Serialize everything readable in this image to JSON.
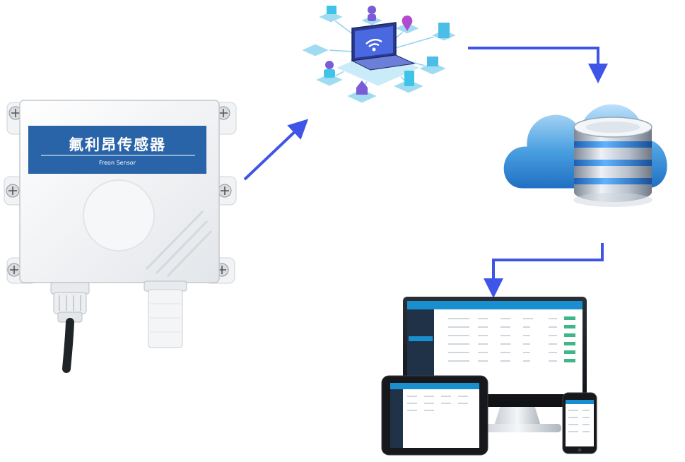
{
  "sensor": {
    "title_cn": "氟利昂传感器",
    "title_en": "Freon Sensor",
    "label_color": "#2a64a8"
  },
  "colors": {
    "arrow": "#3f55e8",
    "network_accent": "#3fc4e8",
    "network_node": "#9fdcf2",
    "cloud": "#4a9fe0",
    "database": "#9aa6b4",
    "screen_header": "#1a8fd0",
    "sidebar": "#1f3247",
    "action_green": "#3fb68a"
  },
  "icons": {
    "network": "iot-network-icon",
    "laptop": "laptop-wifi-icon",
    "cloud_db": "cloud-database-icon",
    "monitor": "monitor-icon",
    "tablet": "tablet-icon",
    "phone": "phone-icon"
  },
  "flow": [
    "sensor",
    "network",
    "cloud-database",
    "devices"
  ]
}
